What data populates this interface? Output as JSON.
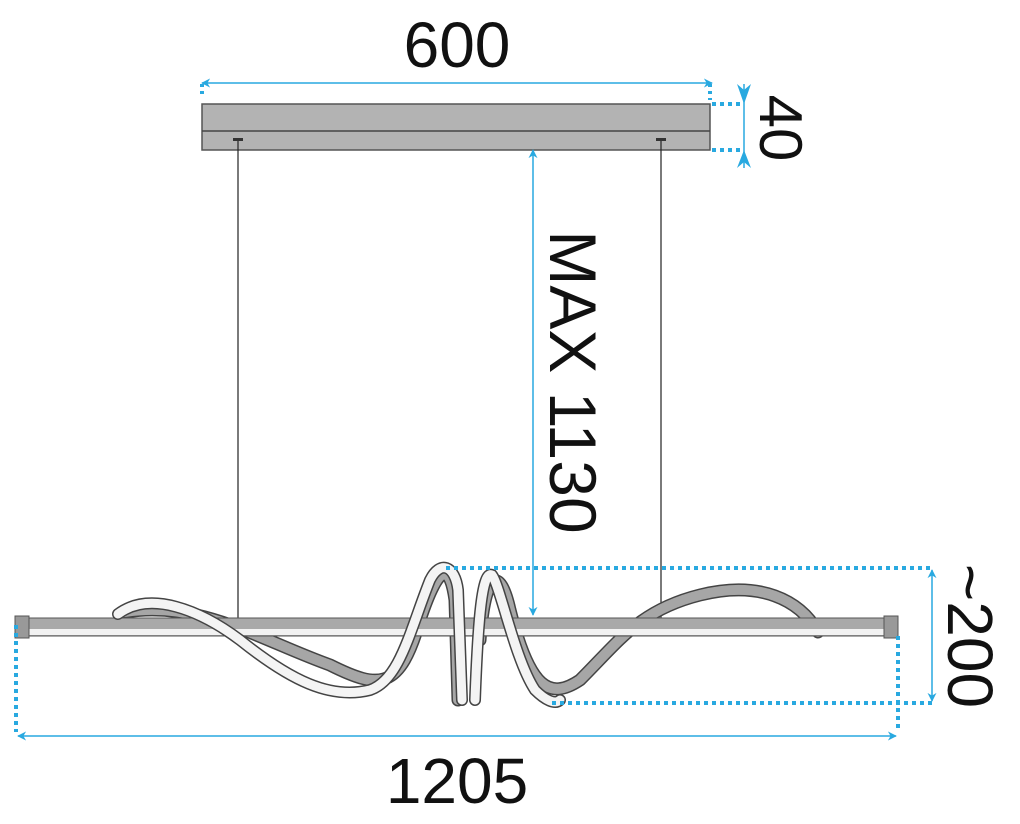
{
  "dimensions": {
    "canopy_width": "600",
    "canopy_height": "40",
    "max_suspension": "MAX 1130",
    "fixture_height": "~200",
    "fixture_width": "1205"
  },
  "colors": {
    "dimension_line": "#29a9e0",
    "canopy": "#b3b3b3",
    "ribbon_dark": "#a6a6a6",
    "ribbon_light": "#f2f2f2",
    "outline": "#444444"
  }
}
